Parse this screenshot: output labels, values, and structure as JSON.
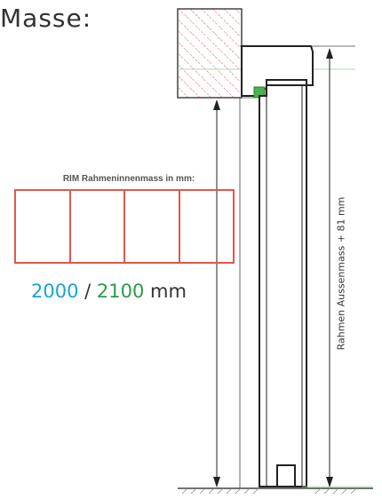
{
  "title": "Masse:",
  "rim_label": "RIM Rahmeninnenmass in mm:",
  "cells": [
    "",
    "",
    "",
    ""
  ],
  "dimension": {
    "value_a": "2000",
    "separator": " / ",
    "value_b": "2100",
    "unit": " mm"
  },
  "vertical_dimension_label": "Rahmen Aussenmass + 81 mm",
  "colors": {
    "text": "#333333",
    "cell_border": "#e2584a",
    "value_a": "#1aa3d8",
    "value_b": "#2c9a48",
    "wall_hatch": "#e2584a",
    "gasket": "#4caf50",
    "guide_line": "#8bd19a"
  }
}
